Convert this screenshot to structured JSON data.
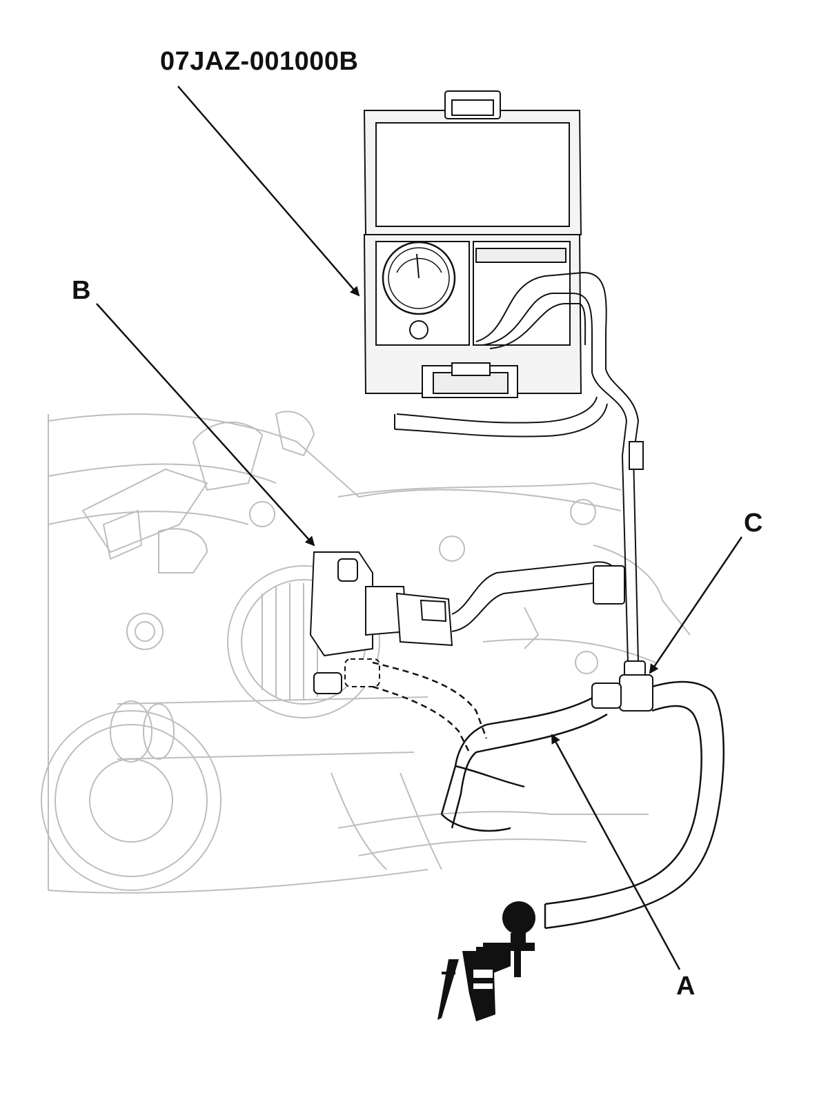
{
  "callouts": {
    "tool_number": "07JAZ-001000B",
    "label_a": "A",
    "label_b": "B",
    "label_c": "C"
  },
  "icons": [
    "tester-case-icon",
    "pressure-gauge-icon",
    "hand-vacuum-pump-icon",
    "arrow-icon"
  ],
  "colors": {
    "ink": "#111111",
    "background_lines": "#bdbdbd",
    "background": "#ffffff"
  }
}
